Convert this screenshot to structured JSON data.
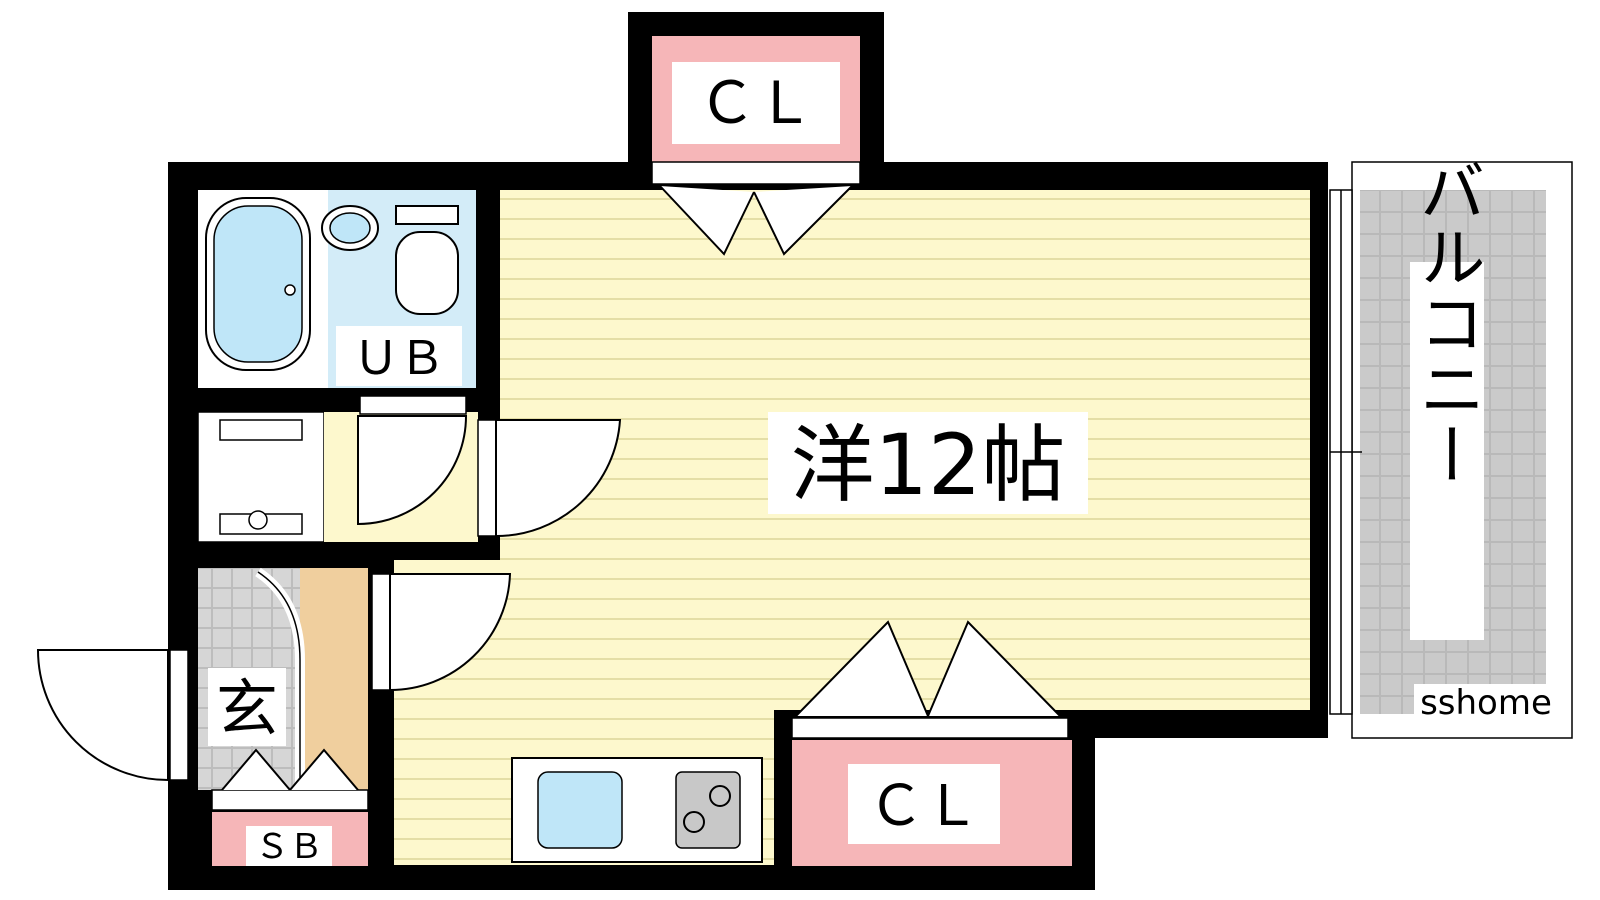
{
  "floor_plan": {
    "rooms": {
      "main_room": {
        "label": "洋12帖"
      },
      "closet_top": {
        "label": "ＣＬ"
      },
      "closet_bottom": {
        "label": "ＣＬ"
      },
      "unit_bath": {
        "label": "ＵＢ"
      },
      "entrance": {
        "label": "玄"
      },
      "shoe_box": {
        "label": "ＳＢ"
      },
      "balcony": {
        "label": "バルコニー"
      }
    },
    "watermark": "sshome",
    "colors": {
      "wall": "#000000",
      "floor_wood": "#fdf8cd",
      "floor_lines": "#dcd59a",
      "closet": "#f6b6b8",
      "bath": "#d3ecf8",
      "fixture_blue": "#bfe6f8",
      "balcony_tile": "#b9b9b9",
      "entrance_tile": "#cfcfcf",
      "step": "#f0cf9e",
      "stove": "#c8c8c8"
    }
  }
}
